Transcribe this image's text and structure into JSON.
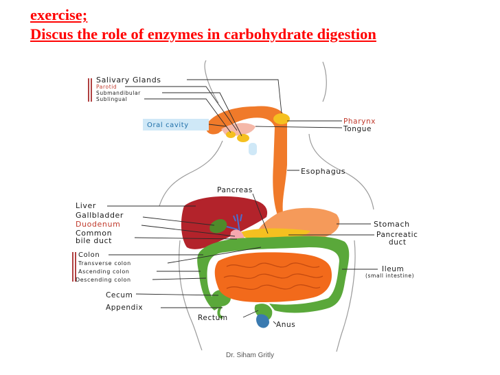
{
  "slide": {
    "title_line1": "exercise;",
    "title_line2": "Discus the role of enzymes in carbohydrate digestion",
    "footer": "Dr. Siham Gritly"
  },
  "diagram": {
    "labels": {
      "salivary_glands": "Salivary Glands",
      "parotid": "Parotid",
      "submandibular": "Submandibular",
      "sublingual": "Sublingual",
      "oral_cavity": "Oral cavity",
      "pharynx": "Pharynx",
      "tongue": "Tongue",
      "esophagus": "Esophagus",
      "pancreas": "Pancreas",
      "liver": "Liver",
      "gallbladder": "Gallbladder",
      "duodenum": "Duodenum",
      "common_bile_duct_1": "Common",
      "common_bile_duct_2": "bile duct",
      "stomach": "Stomach",
      "pancreatic_duct_1": "Pancreatic",
      "pancreatic_duct_2": "duct",
      "colon": "Colon",
      "transverse_colon": "Transverse colon",
      "ascending_colon": "Ascending colon",
      "descending_colon": "Descending colon",
      "ileum": "Ileum",
      "small_intestine": "(small intestine)",
      "cecum": "Cecum",
      "appendix": "Appendix",
      "rectum": "Rectum",
      "anus": "Anus"
    },
    "colors": {
      "title": "#ff0000",
      "label_dark": "#1a1a1a",
      "label_red": "#c0392b",
      "oral_box": "#cfe8f7",
      "oral_text": "#1f6fa8",
      "esophagus": "#f07a2a",
      "liver": "#b3232b",
      "colon": "#5aa83a",
      "small_intestine": "#f26a1b",
      "stomach": "#f59a5a",
      "salivary": "#f5c020",
      "bile_duct": "#4a6fd0"
    }
  }
}
